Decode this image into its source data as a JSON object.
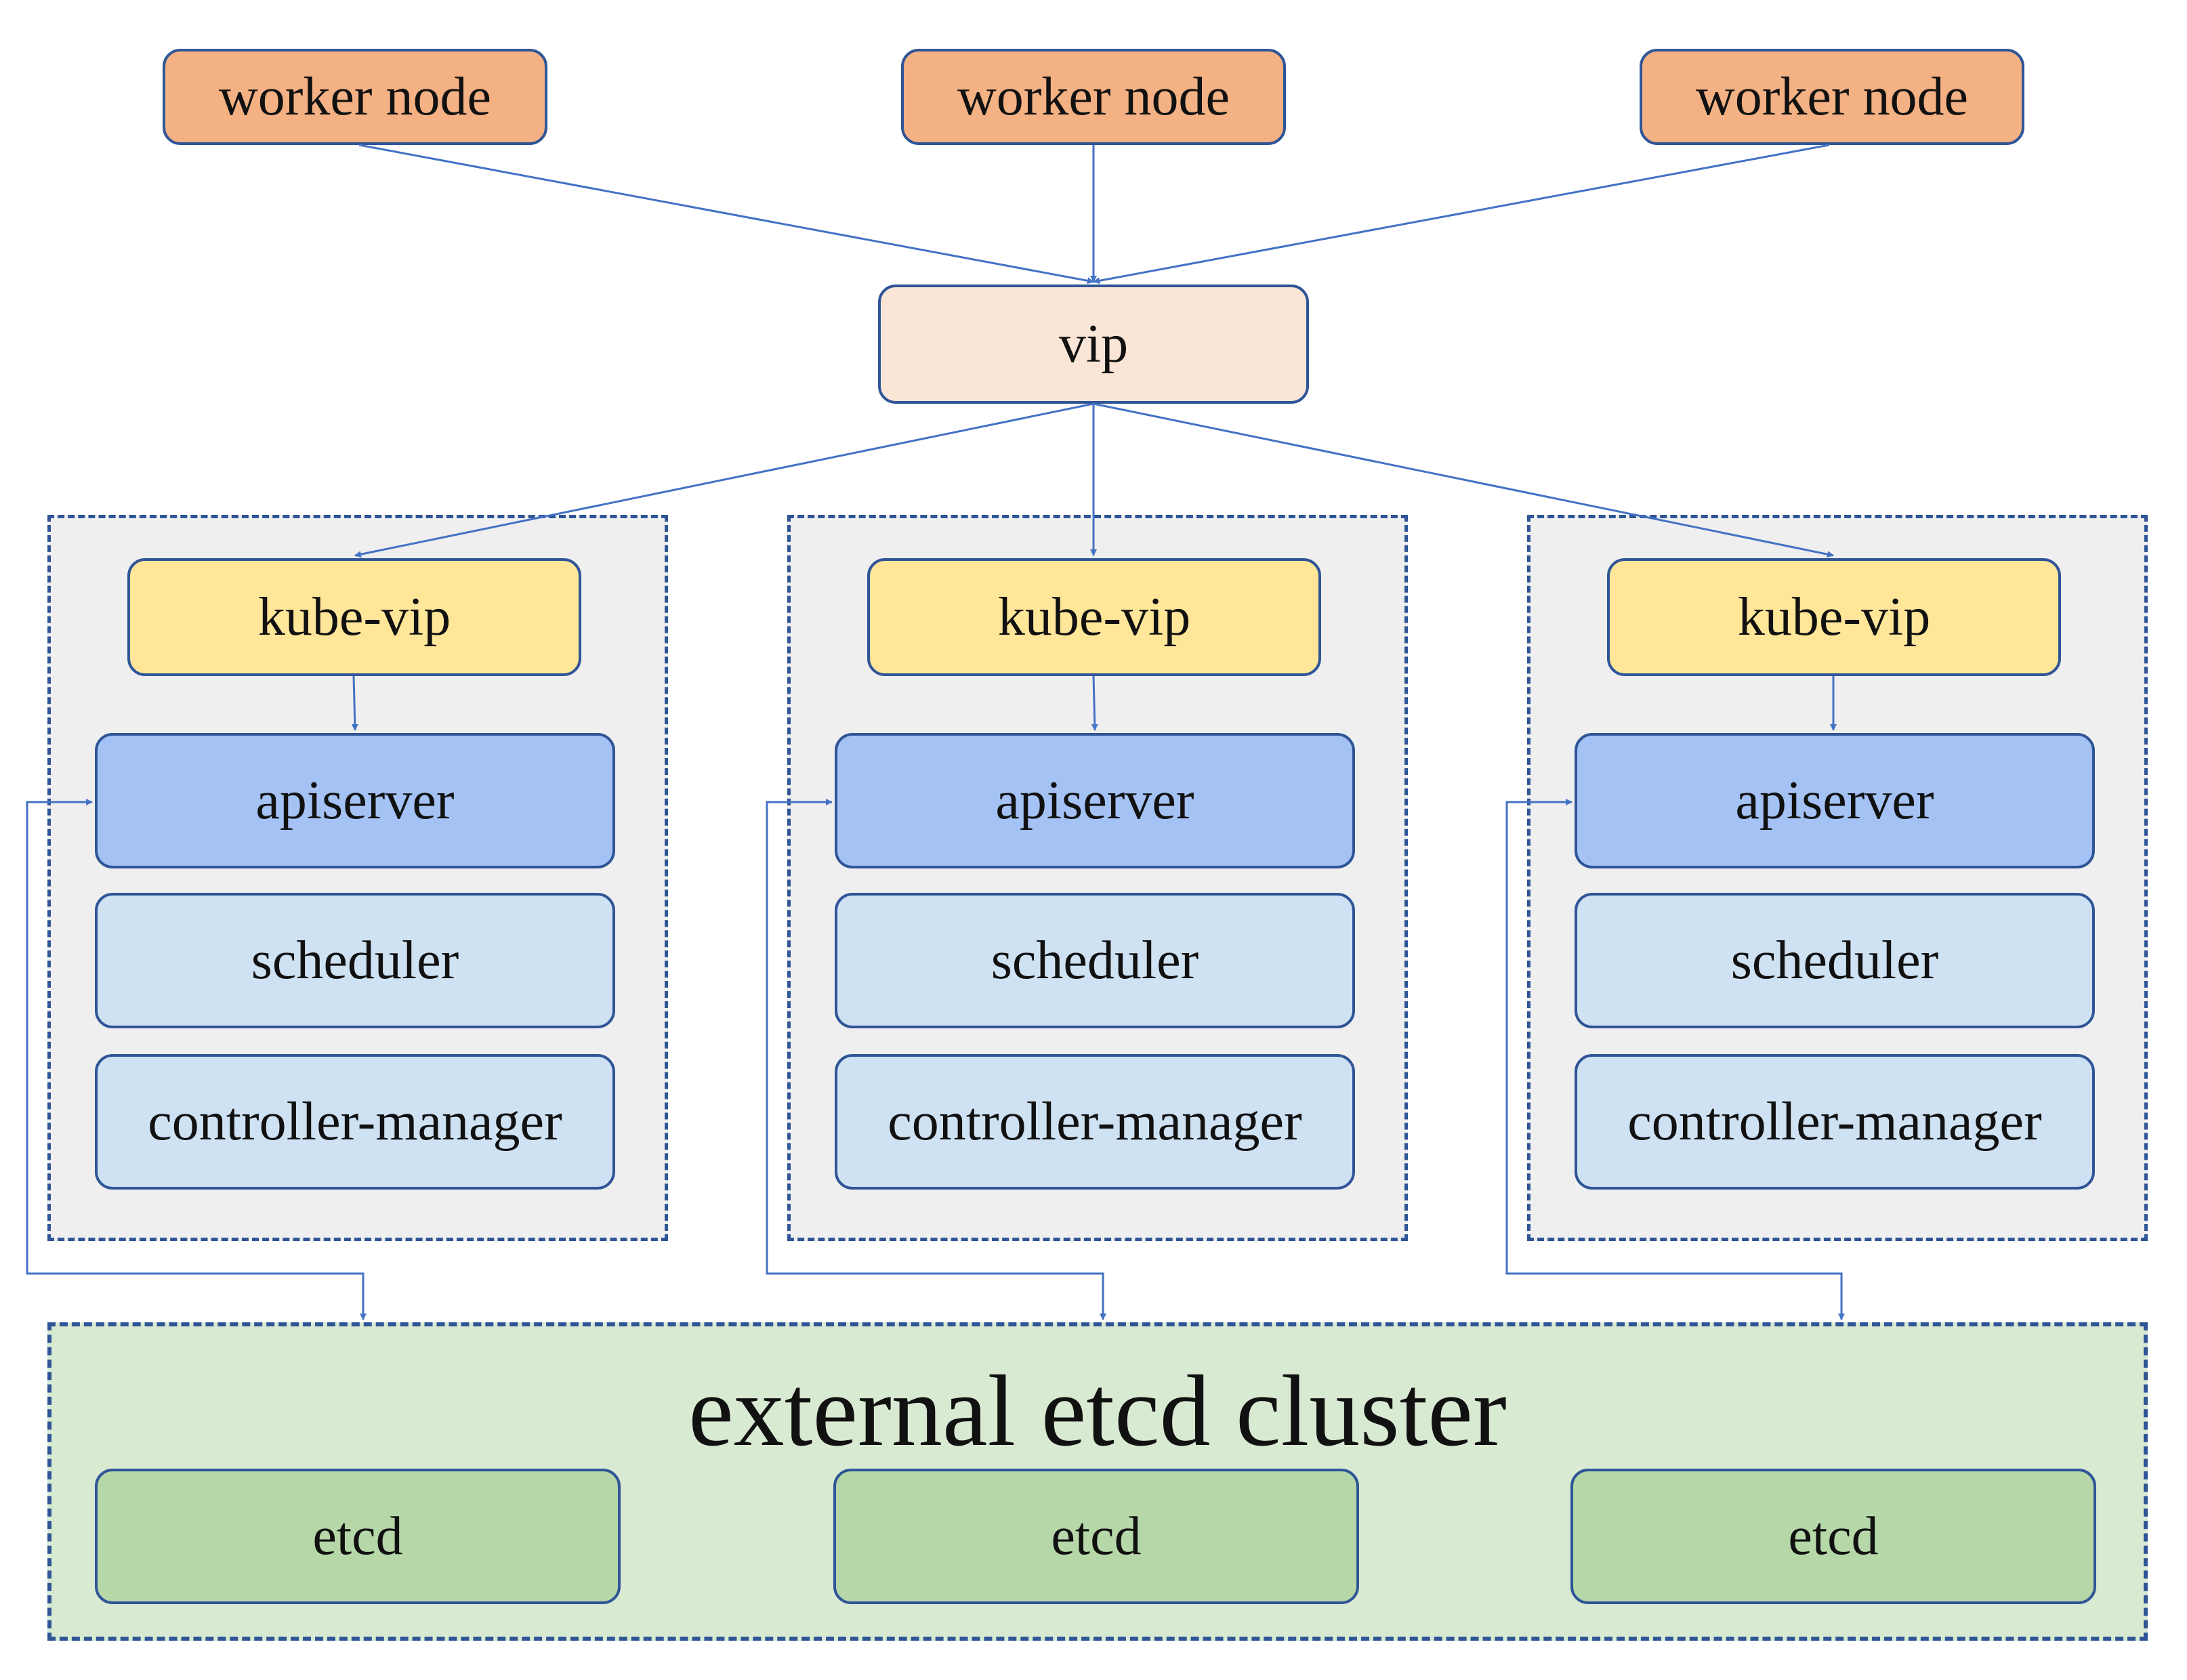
{
  "workers": [
    {
      "label": "worker node"
    },
    {
      "label": "worker node"
    },
    {
      "label": "worker node"
    }
  ],
  "vip": {
    "label": "vip"
  },
  "masters": [
    {
      "kube_vip": "kube-vip",
      "apiserver": "apiserver",
      "scheduler": "scheduler",
      "controller_manager": "controller-manager"
    },
    {
      "kube_vip": "kube-vip",
      "apiserver": "apiserver",
      "scheduler": "scheduler",
      "controller_manager": "controller-manager"
    },
    {
      "kube_vip": "kube-vip",
      "apiserver": "apiserver",
      "scheduler": "scheduler",
      "controller_manager": "controller-manager"
    }
  ],
  "etcd_cluster": {
    "title": "external etcd cluster",
    "members": [
      {
        "label": "etcd"
      },
      {
        "label": "etcd"
      },
      {
        "label": "etcd"
      }
    ]
  },
  "colors": {
    "worker": "#f4b183",
    "vip": "#fbe5d6",
    "kube_vip": "#ffe699",
    "apiserver": "#a4c2f4",
    "component": "#cfe2f3",
    "etcd": "#b6d7a8",
    "etcd_cluster_bg": "#d9ead3",
    "group_bg": "#efefef",
    "border": "#2f5597",
    "connector": "#4472c4"
  }
}
